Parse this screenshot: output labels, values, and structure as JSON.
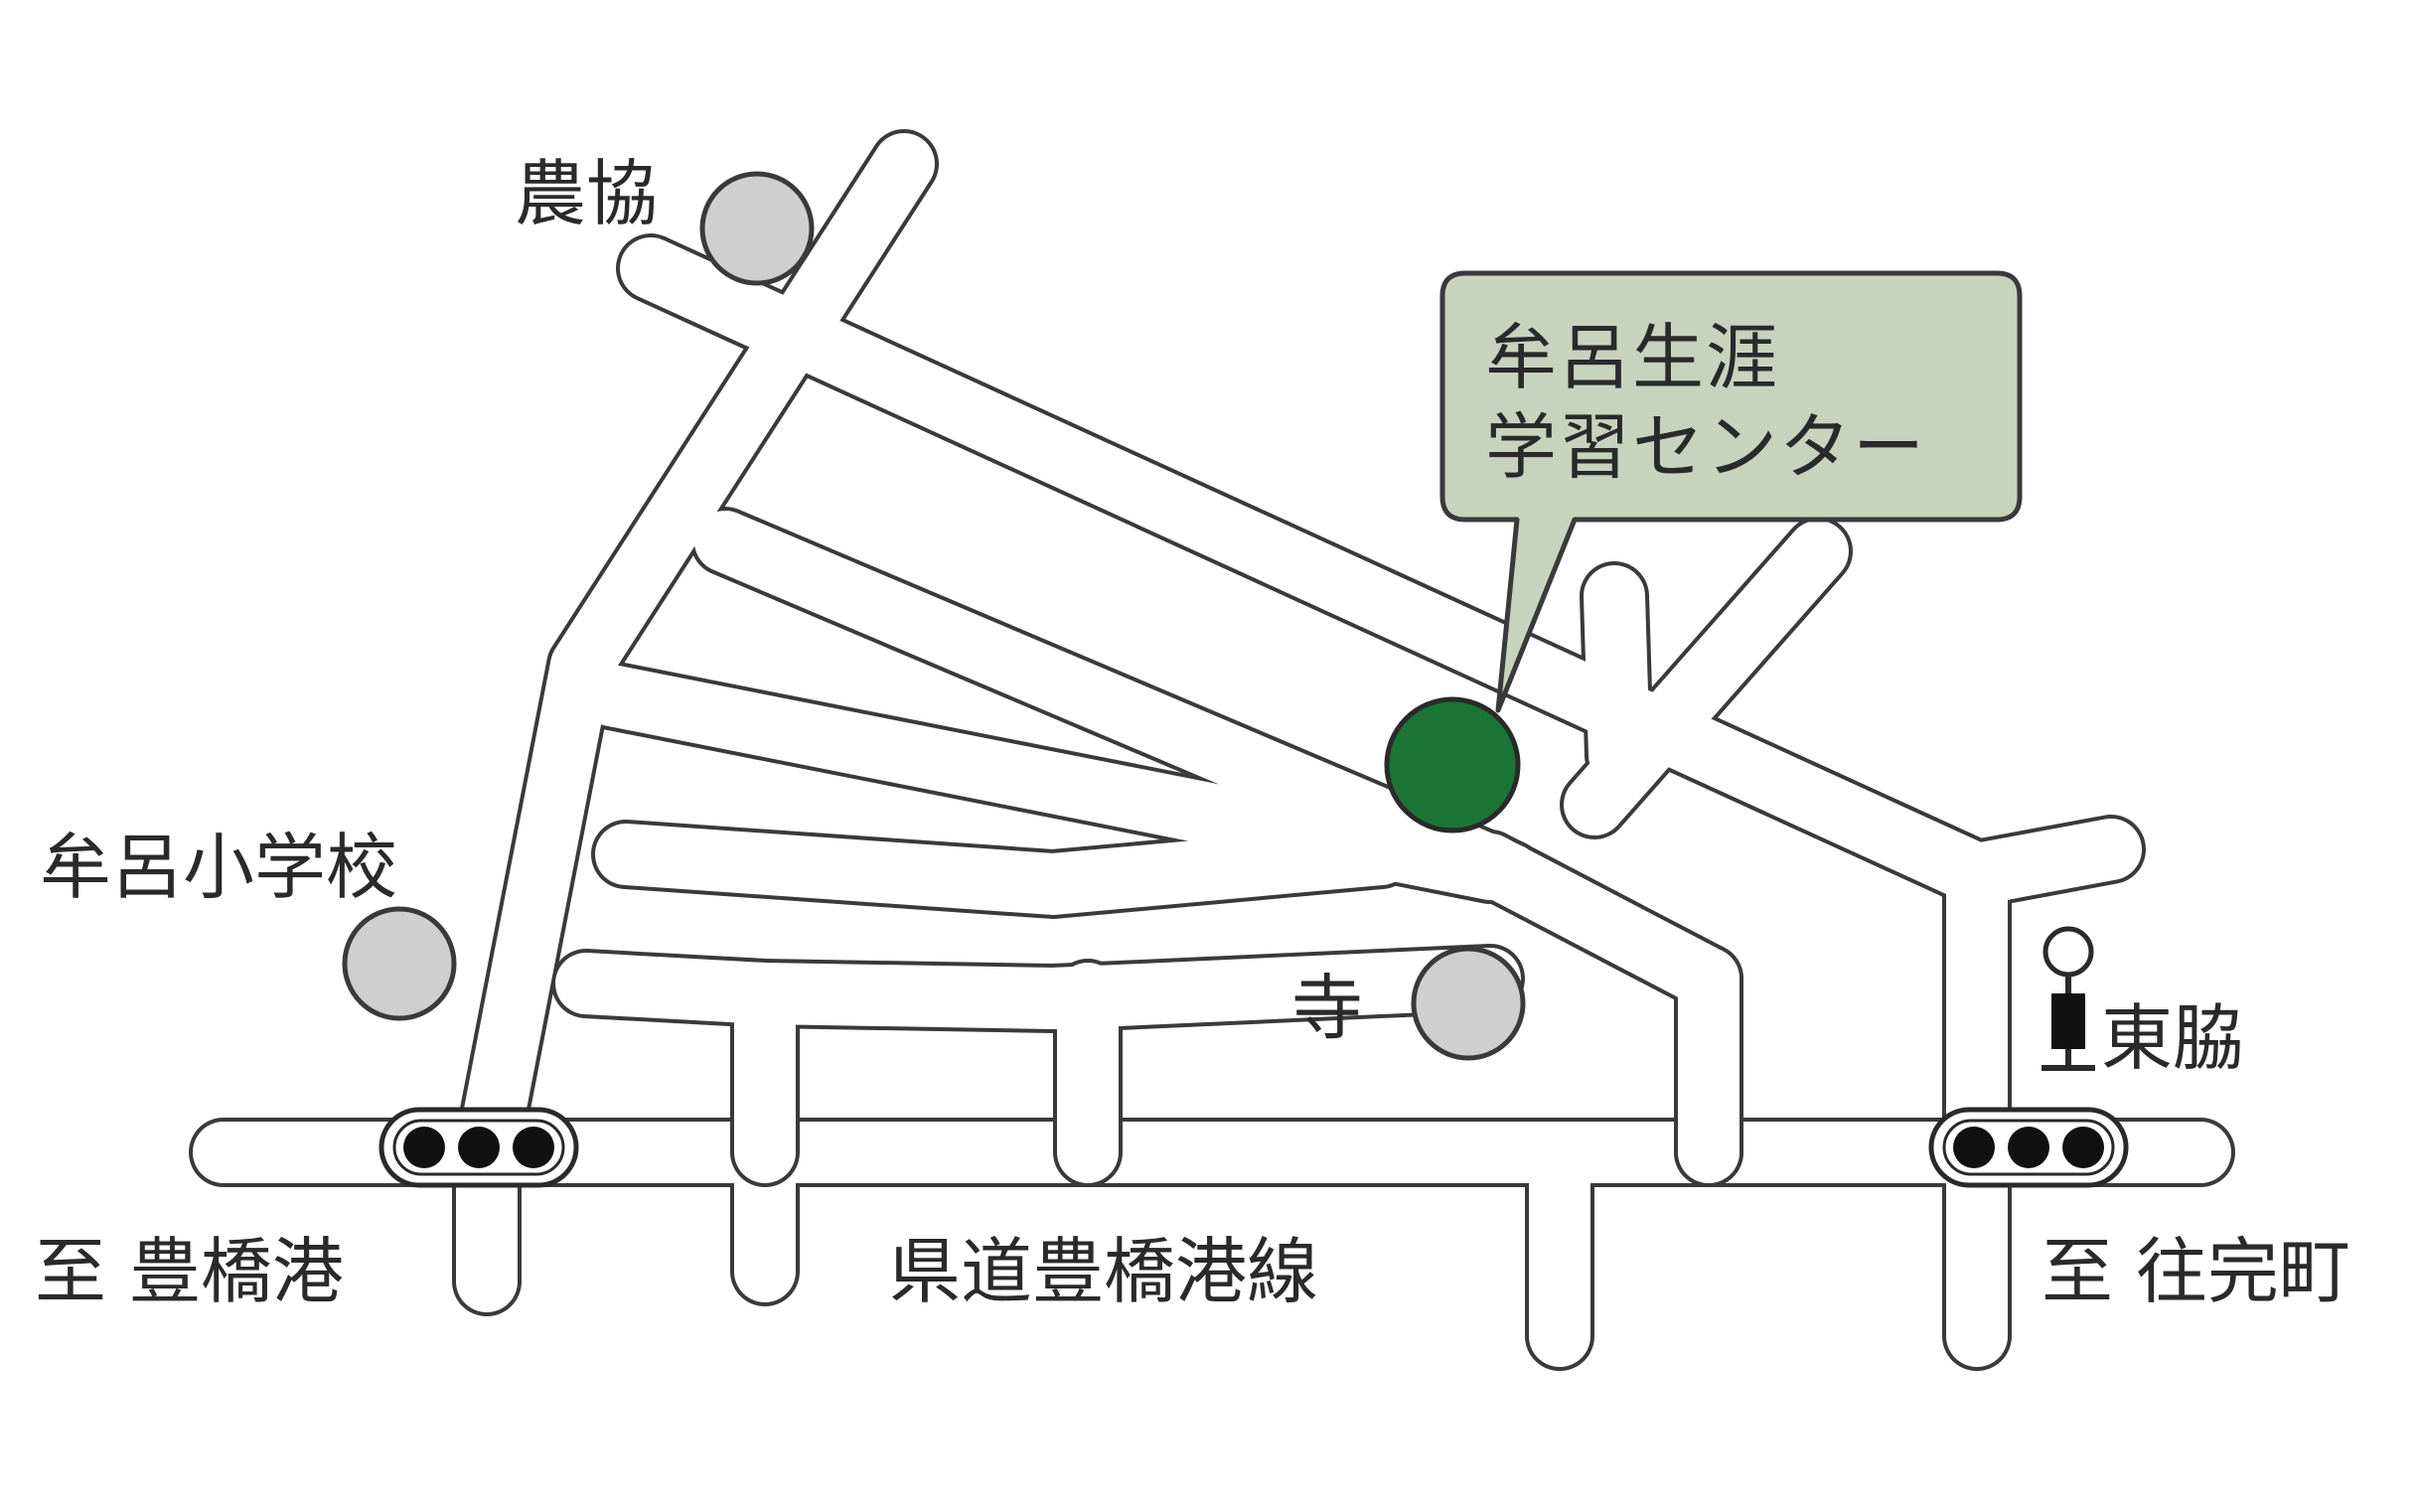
{
  "target": {
    "name_line1": "牟呂生涯",
    "name_line2": "学習センター",
    "callout_fill": "#c8d3bd",
    "marker_color": "#1b7536"
  },
  "landmarks": {
    "nokyo": "農協",
    "school": "牟呂小学校",
    "temple": "寺",
    "bus_stop": "東脇",
    "poi_color": "#cfcfcf"
  },
  "roads": {
    "prefectural_road": "県道豊橋港線",
    "to_west": "至 豊橋港",
    "to_east": "至 往完町"
  },
  "signals": {
    "icon": "traffic-signal-icon"
  }
}
